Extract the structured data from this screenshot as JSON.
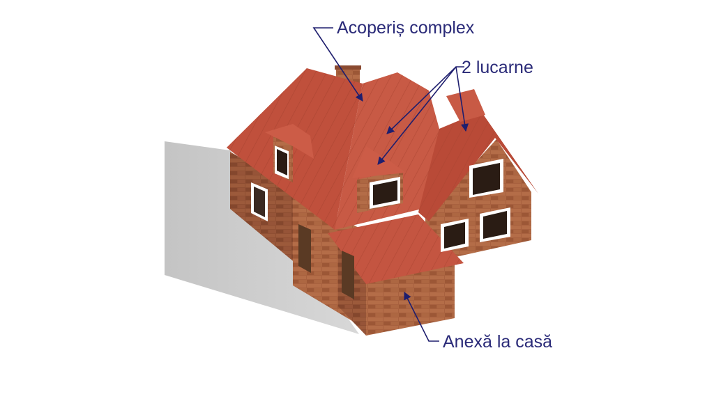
{
  "annotations": {
    "roof_label": "Acoperiș complex",
    "dormers_label": "2 lucarne",
    "annex_label": "Anexă la casă"
  },
  "colors": {
    "label_text": "#2a2a78",
    "arrow": "#1e1e6e",
    "roof": "#c0503c",
    "brick": "#a8613f",
    "shadow": "#bdbdbd"
  }
}
